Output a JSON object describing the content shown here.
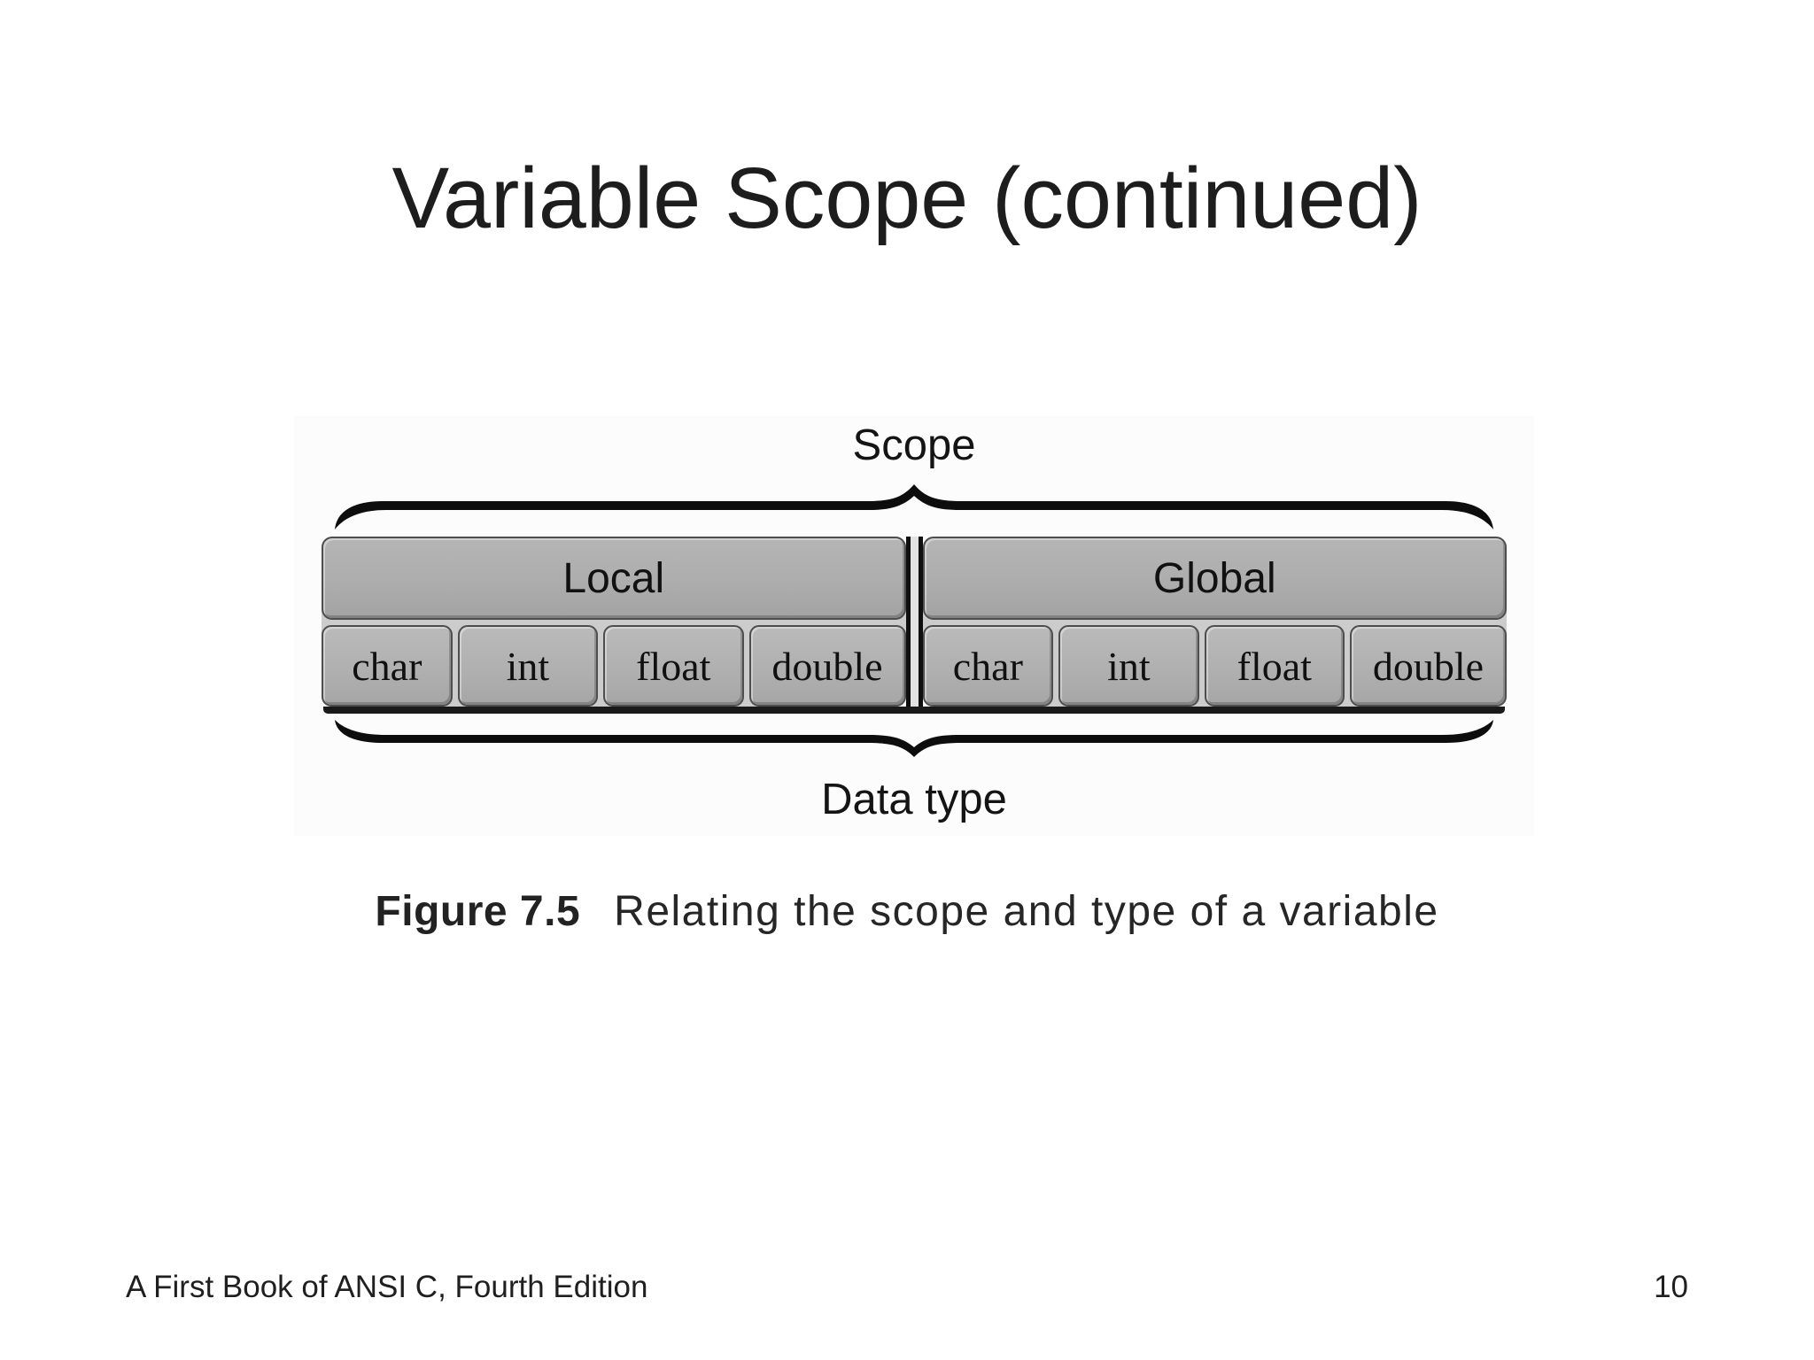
{
  "slide": {
    "title": "Variable Scope (continued)",
    "footer": {
      "book_title": "A First Book of ANSI C, Fourth Edition",
      "page_number": "10"
    }
  },
  "figure": {
    "scope_label": "Scope",
    "data_type_label": "Data type",
    "scope_groups": [
      {
        "label": "Local",
        "types": [
          "char",
          "int",
          "float",
          "double"
        ]
      },
      {
        "label": "Global",
        "types": [
          "char",
          "int",
          "float",
          "double"
        ]
      }
    ],
    "caption": {
      "label": "Figure 7.5",
      "text": "Relating the scope and type of a variable"
    },
    "colors": {
      "cell_fill": "#adadad",
      "cell_border": "#4e4e4e",
      "brace": "#0d0d0d"
    }
  }
}
